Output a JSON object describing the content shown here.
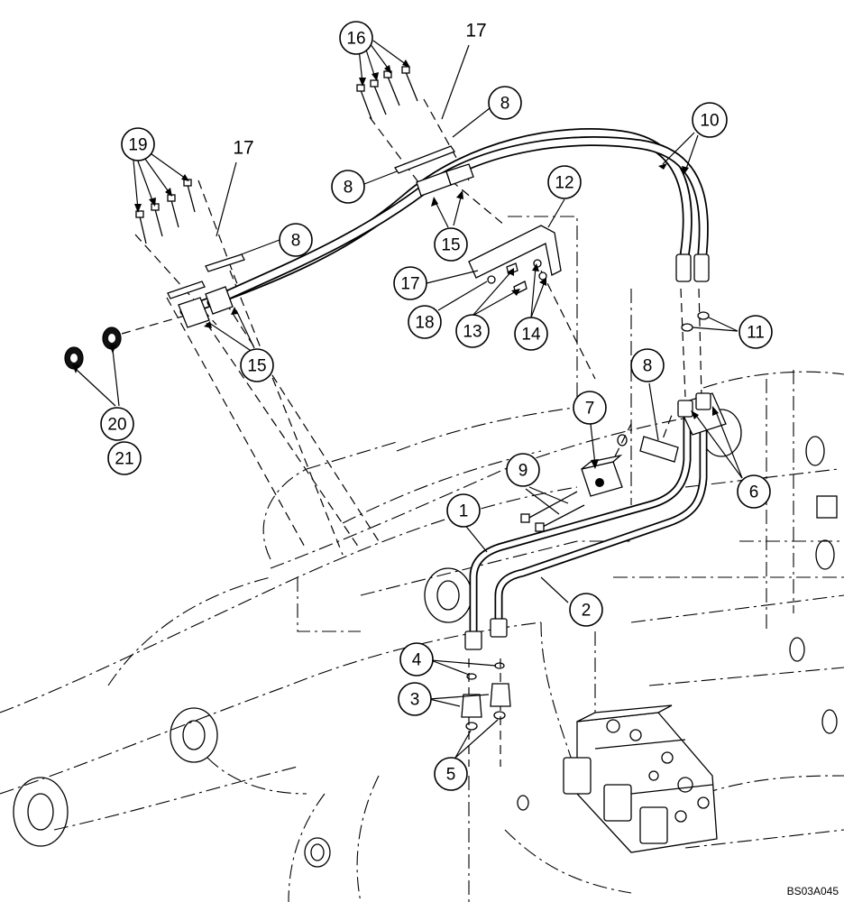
{
  "figure_code": "BS03A045",
  "callouts": [
    {
      "id": "c1",
      "label": "1"
    },
    {
      "id": "c2",
      "label": "2"
    },
    {
      "id": "c3",
      "label": "3"
    },
    {
      "id": "c4",
      "label": "4"
    },
    {
      "id": "c5",
      "label": "5"
    },
    {
      "id": "c6",
      "label": "6"
    },
    {
      "id": "c7",
      "label": "7"
    },
    {
      "id": "c8a",
      "label": "8"
    },
    {
      "id": "c8b",
      "label": "8"
    },
    {
      "id": "c8c",
      "label": "8"
    },
    {
      "id": "c8d",
      "label": "8"
    },
    {
      "id": "c9",
      "label": "9"
    },
    {
      "id": "c10",
      "label": "10"
    },
    {
      "id": "c11",
      "label": "11"
    },
    {
      "id": "c12",
      "label": "12"
    },
    {
      "id": "c13",
      "label": "13"
    },
    {
      "id": "c14",
      "label": "14"
    },
    {
      "id": "c15a",
      "label": "15"
    },
    {
      "id": "c15b",
      "label": "15"
    },
    {
      "id": "c16",
      "label": "16"
    },
    {
      "id": "c17",
      "label": "17"
    },
    {
      "id": "c18",
      "label": "18"
    },
    {
      "id": "c19",
      "label": "19"
    },
    {
      "id": "c20",
      "label": "20"
    },
    {
      "id": "c21",
      "label": "21"
    }
  ],
  "free_labels": [
    {
      "id": "f17a",
      "label": "17"
    },
    {
      "id": "f17b",
      "label": "17"
    }
  ]
}
